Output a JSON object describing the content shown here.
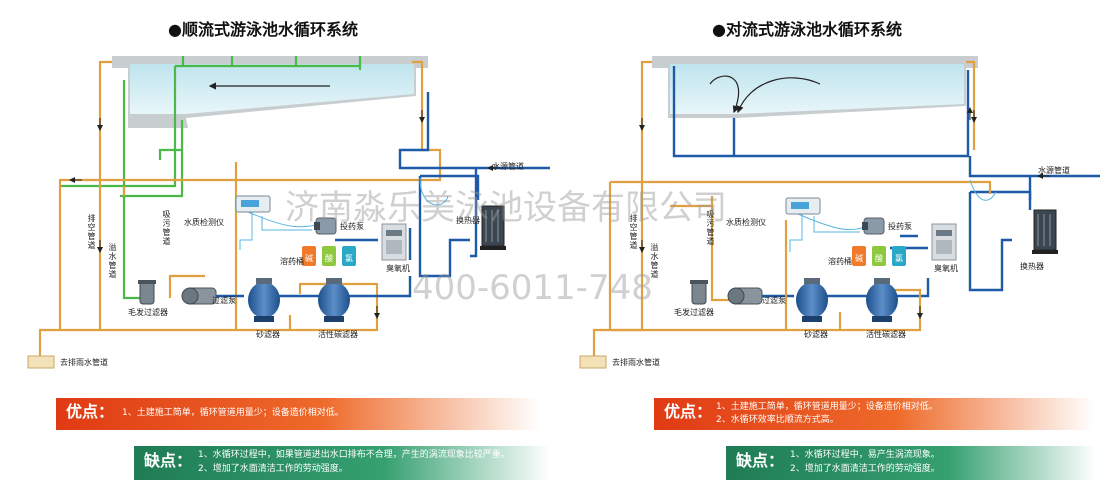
{
  "colors": {
    "water": "#cfeaf0",
    "blue_pipe": "#1f5aa8",
    "orange_pipe": "#e0a040",
    "green_pipe": "#4cb848",
    "adv_band": "#e8501e",
    "dis_band": "#2f9968",
    "alkali": "#f07a2a",
    "acid": "#8dc83f",
    "chlorine": "#2aa8c8"
  },
  "watermark": {
    "company": "济南淼乐美泳池设备有限公司",
    "phone": "400-6011-748"
  },
  "left": {
    "title": "●顺流式游泳池水循环系统",
    "labels": {
      "water_main": "水源管道",
      "empty_pipe": "排空管道",
      "overflow_pipe": "溢水管道",
      "suction_pipe": "吸污管道",
      "quality_meter": "水质检测仪",
      "dosing_pump": "投药泵",
      "dissolve_tank": "溶药桶",
      "alkali": "碱",
      "acid": "酸",
      "chlorine": "氯",
      "ozone": "臭氧机",
      "heat_exchanger": "换热器",
      "hair_filter": "毛发过滤器",
      "filter_pump": "过滤泵",
      "sand_filter": "砂滤器",
      "carbon_filter": "活性碳滤器",
      "drain": "去排雨水管道"
    },
    "advantages": {
      "label": "优点：",
      "items": [
        "1、土建施工简单，循环管道用量少；设备造价相对低。"
      ]
    },
    "disadvantages": {
      "label": "缺点：",
      "items": [
        "1、水循环过程中，如果管道进出水口排布不合理，产生的涡流现象比较严重。",
        "2、增加了水面清洁工作的劳动强度。"
      ]
    }
  },
  "right": {
    "title": "●对流式游泳池水循环系统",
    "labels": {
      "water_main": "水源管道",
      "empty_pipe": "排空管道",
      "overflow_pipe": "溢水管道",
      "suction_pipe": "吸污管道",
      "quality_meter": "水质检测仪",
      "dosing_pump": "投药泵",
      "dissolve_tank": "溶药桶",
      "alkali": "碱",
      "acid": "酸",
      "chlorine": "氯",
      "ozone": "臭氧机",
      "heat_exchanger": "换热器",
      "hair_filter": "毛发过滤器",
      "filter_pump": "过滤泵",
      "sand_filter": "砂滤器",
      "carbon_filter": "活性碳滤器",
      "drain": "去排雨水管道"
    },
    "advantages": {
      "label": "优点：",
      "items": [
        "1、土建施工简单，循环管道用量少；设备造价相对低。",
        "2、水循环效率比顺流方式高。"
      ]
    },
    "disadvantages": {
      "label": "缺点：",
      "items": [
        "1、水循环过程中，易产生涡流现象。",
        "2、增加了水面清洁工作的劳动强度。"
      ]
    }
  }
}
